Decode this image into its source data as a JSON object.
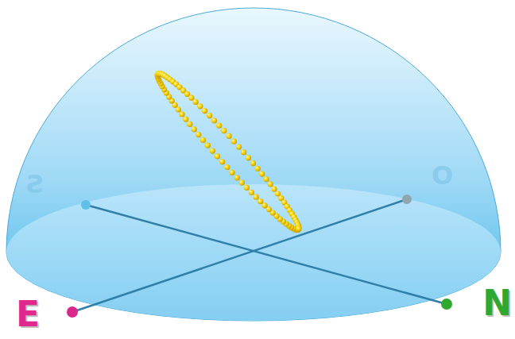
{
  "diagram": {
    "labels": [
      "S",
      "O",
      "E",
      "N"
    ]
  }
}
